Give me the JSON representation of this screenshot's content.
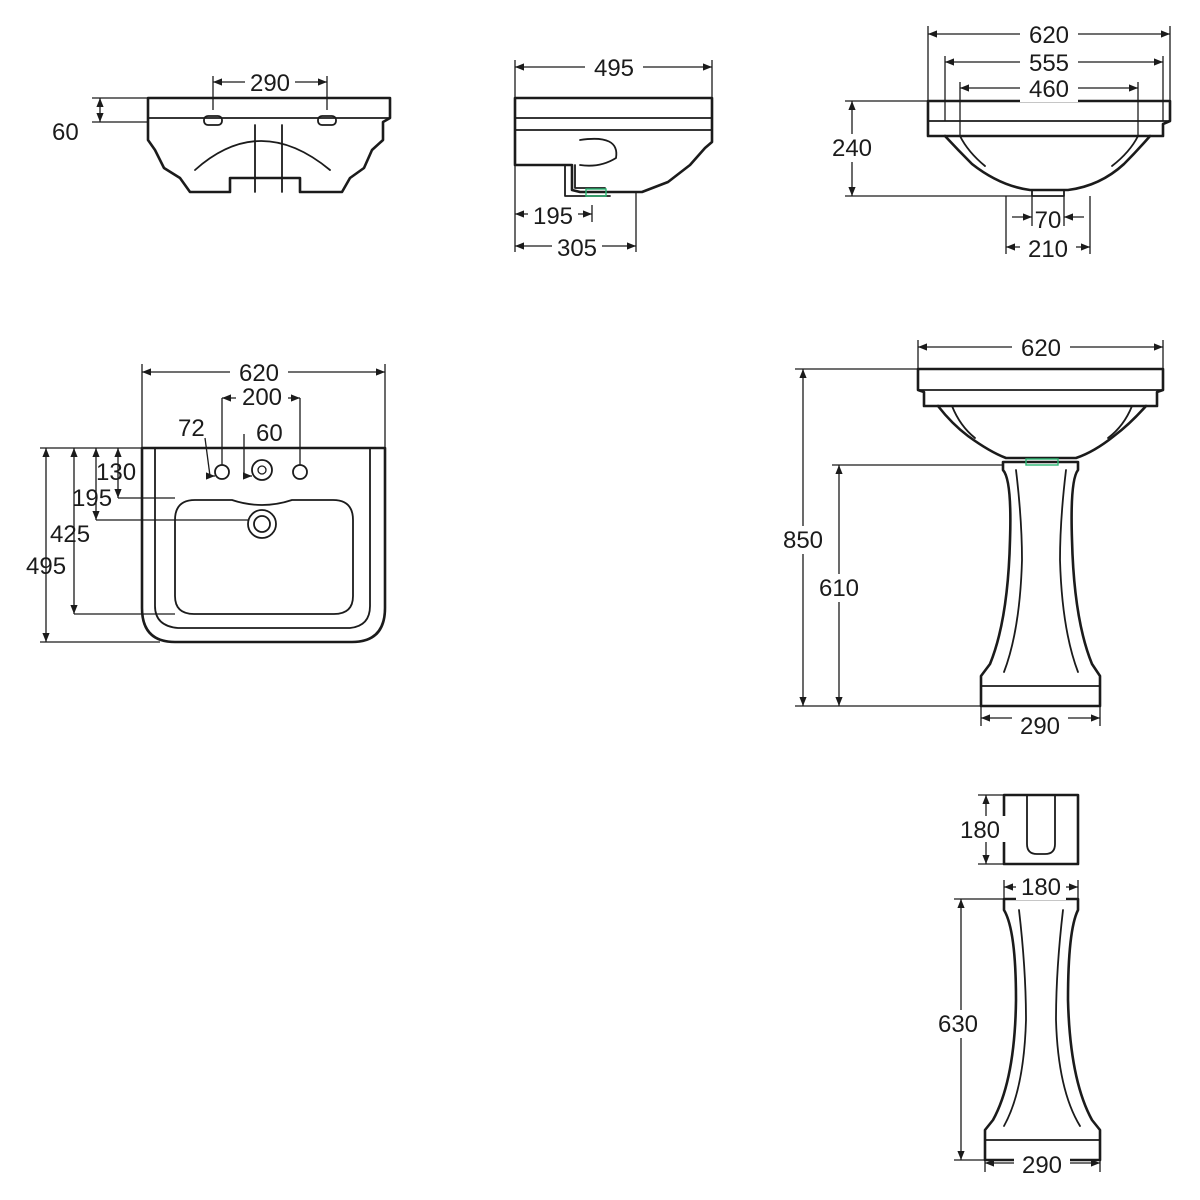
{
  "colors": {
    "line": "#1b1b1b",
    "background": "#ffffff",
    "accent": "#2bb673"
  },
  "views": {
    "front_top": {
      "dim_tap_spacing": "290",
      "dim_rim_height": "60"
    },
    "side": {
      "dim_depth": "495",
      "dim_waste_offset": "195",
      "dim_wall_projection": "305"
    },
    "front": {
      "dim_overall_width": "620",
      "dim_mid_width": "555",
      "dim_bowl_width": "460",
      "dim_height": "240",
      "dim_waste_width": "70",
      "dim_base_width": "210"
    },
    "plan": {
      "dim_width": "620",
      "dim_tap_centres": "200",
      "dim_hole_72": "72",
      "dim_hole_60": "60",
      "dim_130": "130",
      "dim_195": "195",
      "dim_425": "425",
      "dim_495": "495"
    },
    "assembly": {
      "dim_top_width": "620",
      "dim_overall_height": "850",
      "dim_pedestal_height": "610",
      "dim_base_width": "290"
    },
    "pedestal_top": {
      "dim_height": "180"
    },
    "pedestal": {
      "dim_top_width": "180",
      "dim_height": "630",
      "dim_base_width": "290"
    }
  }
}
